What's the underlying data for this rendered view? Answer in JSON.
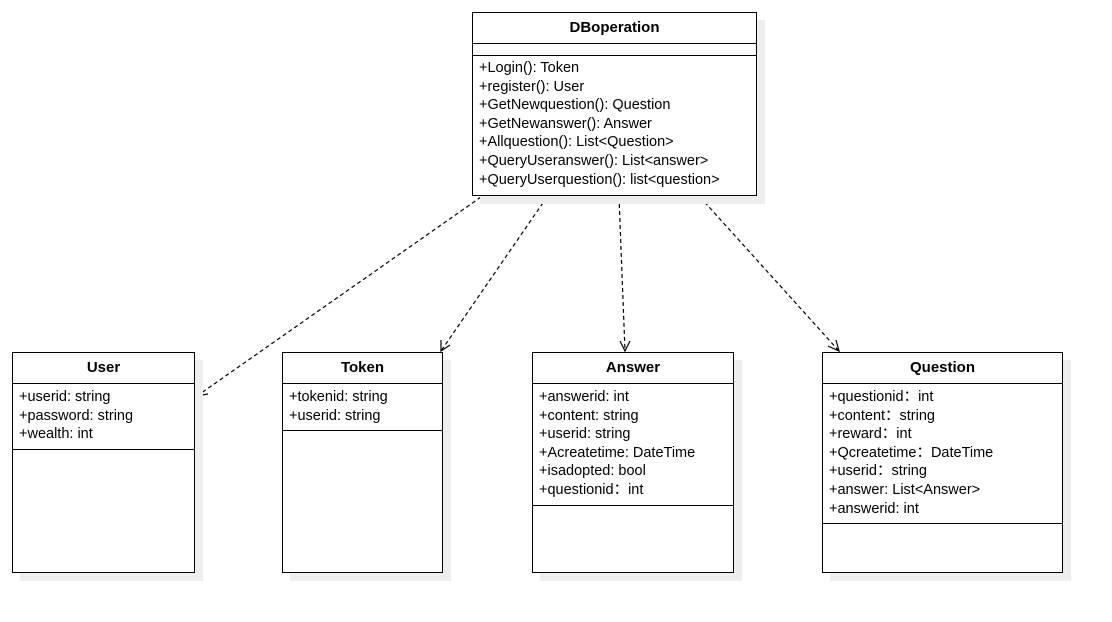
{
  "classes": {
    "dboperation": {
      "name": "DBoperation",
      "attributes": [],
      "methods": [
        "+Login(): Token",
        "+register(): User",
        "+GetNewquestion(): Question",
        "+GetNewanswer(): Answer",
        "+Allquestion(): List<Question>",
        "+QueryUseranswer(): List<answer>",
        "+QueryUserquestion(): list<question>"
      ]
    },
    "user": {
      "name": "User",
      "attributes": [
        "+userid: string",
        "+password: string",
        "+wealth: int"
      ],
      "methods": []
    },
    "token": {
      "name": "Token",
      "attributes": [
        "+tokenid: string",
        "+userid: string"
      ],
      "methods": []
    },
    "answer": {
      "name": "Answer",
      "attributes": [
        "+answerid: int",
        "+content: string",
        "+userid: string",
        "+Acreatetime: DateTime",
        "+isadopted: bool",
        "+questionid：int"
      ],
      "methods": []
    },
    "question": {
      "name": "Question",
      "attributes": [
        "+questionid：int",
        "+content：string",
        "+reward：int",
        "+Qcreatetime：DateTime",
        "+userid：string",
        "+answer: List<Answer>",
        "+answerid: int"
      ],
      "methods": []
    }
  },
  "relations": [
    {
      "from": "DBoperation",
      "to": "User",
      "kind": "dependency"
    },
    {
      "from": "DBoperation",
      "to": "Token",
      "kind": "dependency"
    },
    {
      "from": "DBoperation",
      "to": "Answer",
      "kind": "dependency"
    },
    {
      "from": "DBoperation",
      "to": "Question",
      "kind": "dependency"
    }
  ],
  "colors": {
    "line": "#000000",
    "shadow": "#eeeeee",
    "background": "#ffffff"
  }
}
